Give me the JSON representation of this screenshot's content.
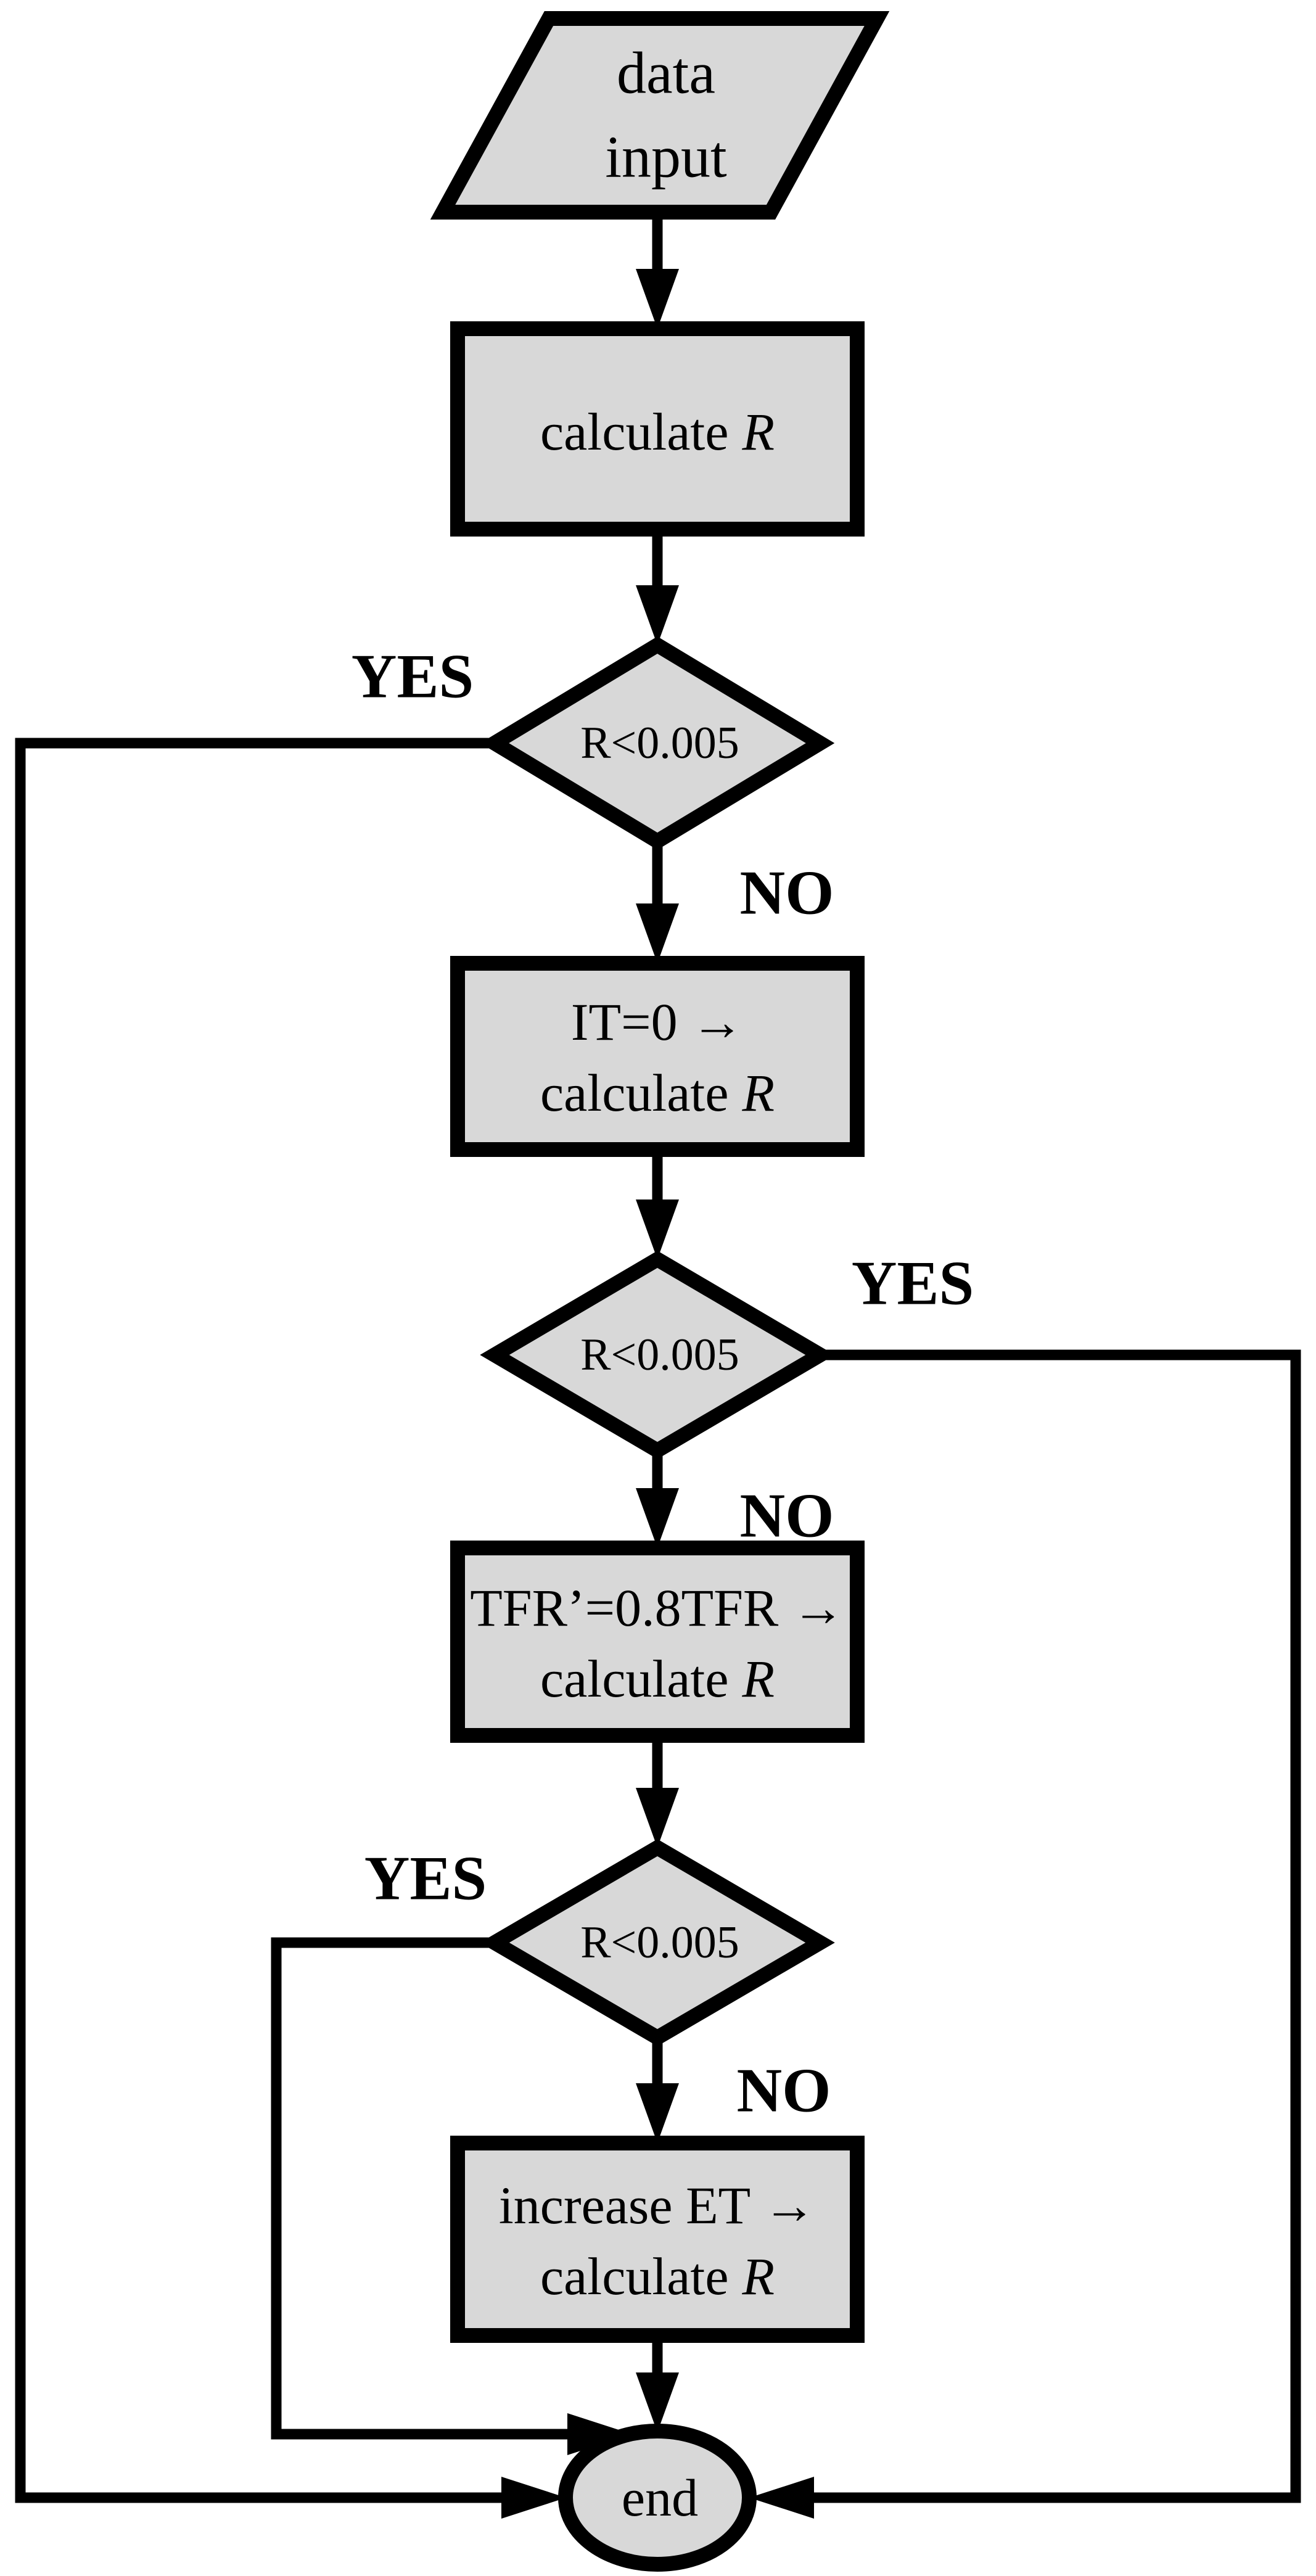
{
  "colors": {
    "background": "#ffffff",
    "node_fill": "#d8d8d8",
    "stroke": "#000000",
    "text": "#000000"
  },
  "nodes": {
    "data_input": {
      "type": "input-parallelogram",
      "line1": "data",
      "line2": "input"
    },
    "calculate_r": {
      "type": "process",
      "word": "calculate",
      "var": "R"
    },
    "decision1": {
      "type": "decision",
      "label": "R<0.005"
    },
    "it_reset": {
      "type": "process",
      "line1": "IT=0 →",
      "word": "calculate",
      "var": "R"
    },
    "decision2": {
      "type": "decision",
      "label": "R<0.005"
    },
    "tfr_reduce": {
      "type": "process",
      "line1": "TFR’=0.8TFR →",
      "word": "calculate",
      "var": "R"
    },
    "decision3": {
      "type": "decision",
      "label": "R<0.005"
    },
    "et_increase": {
      "type": "process",
      "line1": "increase ET →",
      "word": "calculate",
      "var": "R"
    },
    "end_node": {
      "type": "terminator",
      "label": "end"
    }
  },
  "edge_labels": {
    "yes1": "YES",
    "no1": "NO",
    "yes2": "YES",
    "no2": "NO",
    "yes3": "YES",
    "no3": "NO"
  },
  "edges": [
    {
      "from": "data input",
      "to": "calculate R",
      "label": ""
    },
    {
      "from": "calculate R",
      "to": "R<0.005 (1)",
      "label": ""
    },
    {
      "from": "R<0.005 (1)",
      "to": "end",
      "label": "YES"
    },
    {
      "from": "R<0.005 (1)",
      "to": "IT=0",
      "label": "NO"
    },
    {
      "from": "IT=0",
      "to": "R<0.005 (2)",
      "label": ""
    },
    {
      "from": "R<0.005 (2)",
      "to": "end",
      "label": "YES"
    },
    {
      "from": "R<0.005 (2)",
      "to": "TFR'=0.8TFR",
      "label": "NO"
    },
    {
      "from": "TFR'=0.8TFR",
      "to": "R<0.005 (3)",
      "label": ""
    },
    {
      "from": "R<0.005 (3)",
      "to": "end",
      "label": "YES"
    },
    {
      "from": "R<0.005 (3)",
      "to": "increase ET",
      "label": "NO"
    },
    {
      "from": "increase ET",
      "to": "end",
      "label": ""
    }
  ]
}
